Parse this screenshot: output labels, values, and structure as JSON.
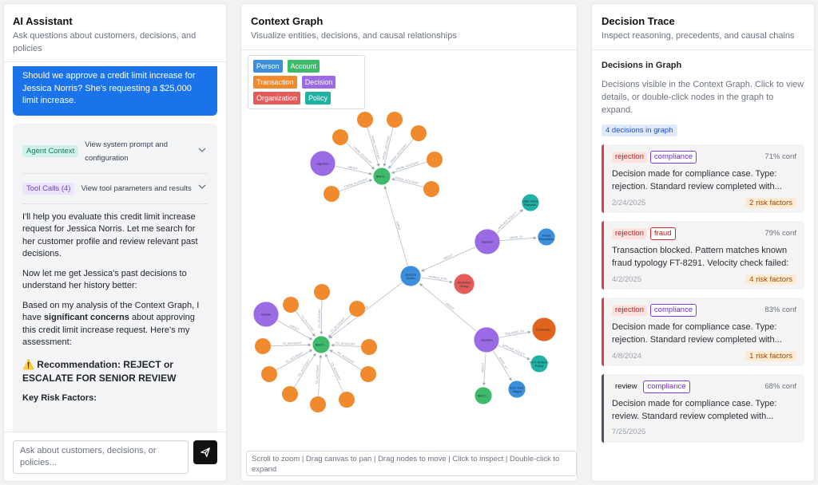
{
  "left": {
    "title": "AI Assistant",
    "subtitle": "Ask questions about customers, decisions, and policies",
    "user_message": "Should we approve a credit limit increase for Jessica Norris? She's requesting a $25,000 limit increase.",
    "agent_context": {
      "badge": "Agent Context",
      "text": "View system prompt and configuration"
    },
    "tool_calls": {
      "badge": "Tool Calls (4)",
      "text": "View tool parameters and results"
    },
    "p1": "I'll help you evaluate this credit limit increase request for Jessica Norris. Let me search for her customer profile and review relevant past decisions.",
    "p2": "Now let me get Jessica's past decisions to understand her history better:",
    "p3_a": "Based on my analysis of the Context Graph, I have ",
    "p3_b": "significant concerns",
    "p3_c": " about approving this credit limit increase request. Here's my assessment:",
    "recommendation": "⚠️ Recommendation: REJECT or ESCALATE FOR SENIOR REVIEW",
    "key_risk": "Key Risk Factors:",
    "input_placeholder": "Ask about customers, decisions, or policies..."
  },
  "mid": {
    "title": "Context Graph",
    "subtitle": "Visualize entities, decisions, and causal relationships",
    "legend": [
      {
        "label": "Person",
        "color": "#3b8fdc"
      },
      {
        "label": "Account",
        "color": "#3dbb6a"
      },
      {
        "label": "Transaction",
        "color": "#f08a2c"
      },
      {
        "label": "Decision",
        "color": "#9b6be6"
      },
      {
        "label": "Organization",
        "color": "#e35b5b"
      },
      {
        "label": "Policy",
        "color": "#20b0a4"
      }
    ],
    "hint": "Scroll to zoom | Drag canvas to pan | Drag nodes to move | Click to inspect | Double-click to expand",
    "node_labels": {
      "acc1": "$ACC...",
      "acc2": "$ACC...",
      "acc3": "$ACC...",
      "rej1": "rejection",
      "rej2": "rejection",
      "rej3": "rejection",
      "review": "review",
      "person": "Jessica Norris",
      "org": "Anderson Group",
      "high": "High-Value Transact..",
      "fraud": "Fraud Prevention",
      "comm": "Communi...",
      "kyc": "KYC Refresh Policy",
      "dd": "Enh. Due Diligen"
    },
    "edge_labels": {
      "owns": "OWNS",
      "about": "ABOUT",
      "works_for": "WORKS_FOR",
      "about2": "ABOUT",
      "from_acc": "FROM_ACCOUNT",
      "to_acc": "TO_ACCOUNT",
      "applied": "APPLIED_POLICY",
      "made_by": "MADE_BY",
      "rel": "RELATED_TO"
    }
  },
  "right": {
    "title": "Decision Trace",
    "subtitle": "Inspect reasoning, precedents, and causal chains",
    "section_title": "Decisions in Graph",
    "section_desc": "Decisions visible in the Context Graph. Click to view details, or double-click nodes in the graph to expand.",
    "count_badge": "4 decisions in graph",
    "cards": [
      {
        "tag1": "rejection",
        "tag2": "compliance",
        "conf": "71% conf",
        "desc": "Decision made for compliance case. Type: rejection. Standard review completed with...",
        "date": "2/24/2025",
        "risk": "2 risk factors"
      },
      {
        "tag1": "rejection",
        "tag2": "fraud",
        "conf": "79% conf",
        "desc": "Transaction blocked. Pattern matches known fraud typology FT-8291. Velocity check failed: 1...",
        "date": "4/2/2025",
        "risk": "4 risk factors"
      },
      {
        "tag1": "rejection",
        "tag2": "compliance",
        "conf": "83% conf",
        "desc": "Decision made for compliance case. Type: rejection. Standard review completed with...",
        "date": "4/8/2024",
        "risk": "1 risk factors"
      },
      {
        "tag1": "review",
        "tag2": "compliance",
        "conf": "68% conf",
        "desc": "Decision made for compliance case. Type: review. Standard review completed with...",
        "date": "7/25/2025",
        "risk": ""
      }
    ]
  }
}
